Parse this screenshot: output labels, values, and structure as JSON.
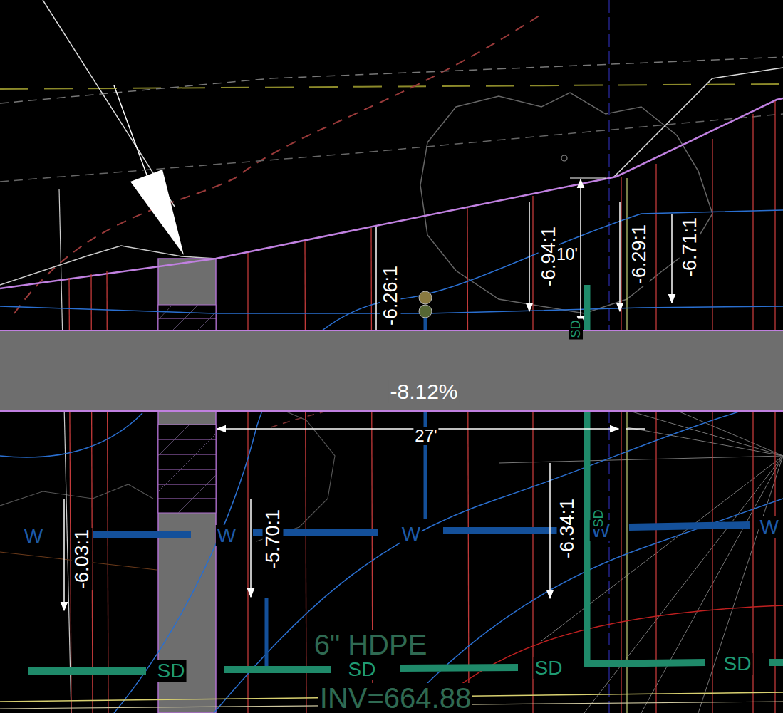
{
  "diagram": {
    "nodes": [
      {
        "text": [
          "-8.12%"
        ]
      }
    ],
    "labels": [
      "-6.26:1",
      "-6.94:1",
      "10'",
      "-6.29:1",
      "-6.71:1",
      "27'",
      "-6.03:1",
      "-5.70:1",
      "-6.34:1",
      "W",
      "W",
      "W",
      "W",
      "W",
      "SD",
      "SD",
      "SD",
      "SD",
      "SD",
      "SD",
      "6\" HDPE",
      "INV=664.88"
    ]
  }
}
